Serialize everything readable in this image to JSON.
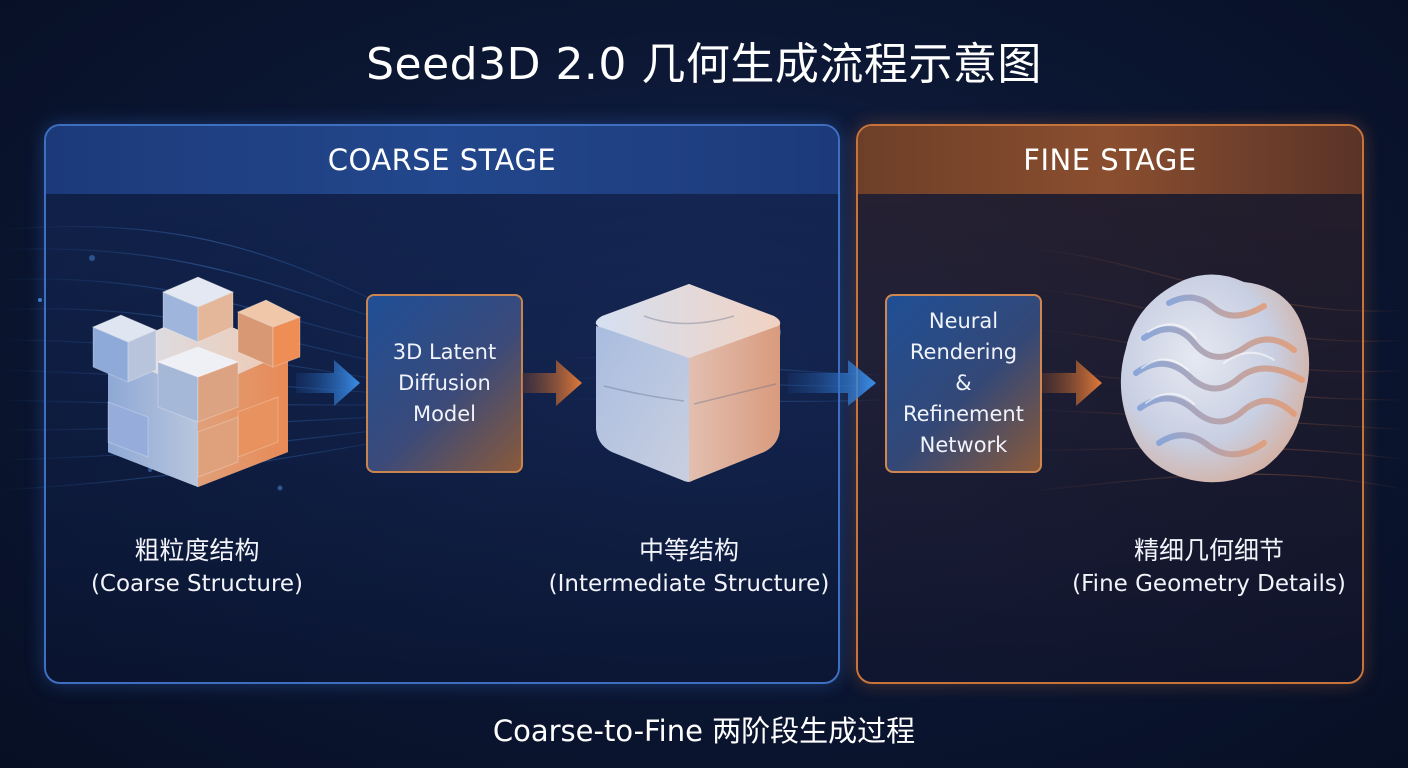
{
  "title": "Seed3D 2.0 几何生成流程示意图",
  "stages": {
    "coarse": {
      "label": "COARSE STAGE"
    },
    "fine": {
      "label": "FINE STAGE"
    }
  },
  "models": {
    "latent_diffusion": {
      "lines": [
        "3D Latent",
        "Diffusion",
        "Model"
      ]
    },
    "neural_rendering": {
      "lines": [
        "Neural",
        "Rendering",
        "&",
        "Refinement",
        "Network"
      ]
    }
  },
  "outputs": {
    "coarse": {
      "zh": "粗粒度结构",
      "en": "(Coarse Structure)"
    },
    "intermediate": {
      "zh": "中等结构",
      "en": "(Intermediate Structure)"
    },
    "fine": {
      "zh": "精细几何细节",
      "en": "(Fine Geometry Details)"
    }
  },
  "footer": "Coarse-to-Fine 两阶段生成过程",
  "colors": {
    "blue_accent": "#3e6fc0",
    "orange_accent": "#c7743a",
    "arrow_blue": "#3a8ee8",
    "arrow_orange": "#e07a3a"
  },
  "icons": [
    "coarse-voxel-cube-icon",
    "intermediate-cube-icon",
    "fine-geometry-blob-icon",
    "arrow-right-icon"
  ]
}
